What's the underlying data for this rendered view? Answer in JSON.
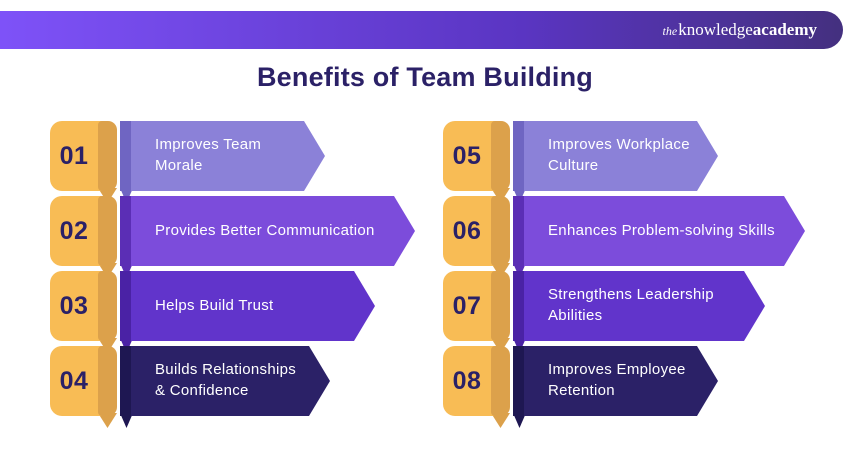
{
  "title": "Benefits of Team Building",
  "header": {
    "logo": {
      "the": "the",
      "knowledge": "knowledge",
      "academy": "academy"
    },
    "gradient_from": "#7E52F8",
    "gradient_mid": "#5A35C2",
    "gradient_to": "#44307F",
    "logo_text_color": "#FFFFFF"
  },
  "palette": {
    "number_box": "#F8BC55",
    "number_box_fold": "#DCA14B",
    "number_text": "#2B2167",
    "title_color": "#2B2167",
    "label_text": "#FFFFFF",
    "background": "#FFFFFF"
  },
  "items": [
    {
      "number": "01",
      "label": "Improves Team Morale",
      "body": "#8B81D8",
      "strip": "#6F65C2",
      "arrow_width": 205,
      "column": "left"
    },
    {
      "number": "02",
      "label": "Provides Better Communication",
      "body": "#7C4CDB",
      "strip": "#5B2EB5",
      "arrow_width": 295,
      "column": "left"
    },
    {
      "number": "03",
      "label": "Helps Build Trust",
      "body": "#6134CB",
      "strip": "#4A22A5",
      "arrow_width": 255,
      "column": "left"
    },
    {
      "number": "04",
      "label": "Builds Relationships & Confidence",
      "body": "#2B2167",
      "strip": "#1E1752",
      "arrow_width": 210,
      "column": "left"
    },
    {
      "number": "05",
      "label": "Improves Workplace Culture",
      "body": "#8B81D8",
      "strip": "#6F65C2",
      "arrow_width": 205,
      "column": "right"
    },
    {
      "number": "06",
      "label": "Enhances Problem-solving Skills",
      "body": "#7C4CDB",
      "strip": "#5B2EB5",
      "arrow_width": 292,
      "column": "right"
    },
    {
      "number": "07",
      "label": "Strengthens Leadership Abilities",
      "body": "#6134CB",
      "strip": "#4A22A5",
      "arrow_width": 252,
      "column": "right"
    },
    {
      "number": "08",
      "label": "Improves Employee Retention",
      "body": "#2B2167",
      "strip": "#1E1752",
      "arrow_width": 205,
      "column": "right"
    }
  ]
}
